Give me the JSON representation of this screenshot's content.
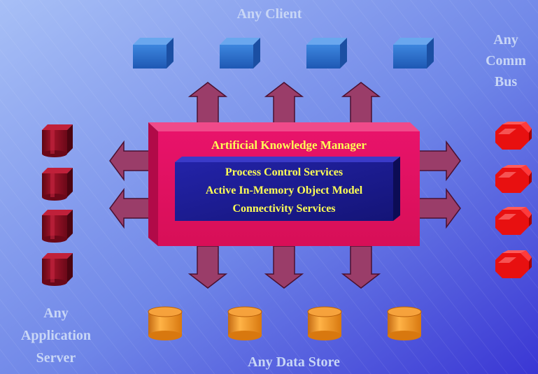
{
  "labels": {
    "any_client": "Any Client",
    "comm_bus_line1": "Any",
    "comm_bus_line2": "Comm",
    "comm_bus_line3": "Bus",
    "app_server_line1": "Any",
    "app_server_line2": "Application",
    "app_server_line3": "Server",
    "data_store": "Any Data Store"
  },
  "manager": {
    "title": "Artificial Knowledge Manager",
    "services": [
      "Process Control Services",
      "Active In-Memory Object Model",
      "Connectivity Services"
    ]
  },
  "colors": {
    "background_top": "#9bb4f3",
    "background_bottom": "#3e3bd6",
    "manager_box": "#e0125e",
    "services_box": "#1c1c9a",
    "arrows": "#9a3d69",
    "clients": "#2e6fd0",
    "app_servers": "#8a0e1e",
    "comm_bus": "#ff1a1a",
    "data_stores": "#f09a2c",
    "label_text": "#c8d6f6",
    "manager_text": "#ffff55"
  },
  "icons": [
    "client-cube-icon",
    "server-cylinder-icon",
    "comm-bus-node-icon",
    "data-store-cylinder-icon"
  ]
}
